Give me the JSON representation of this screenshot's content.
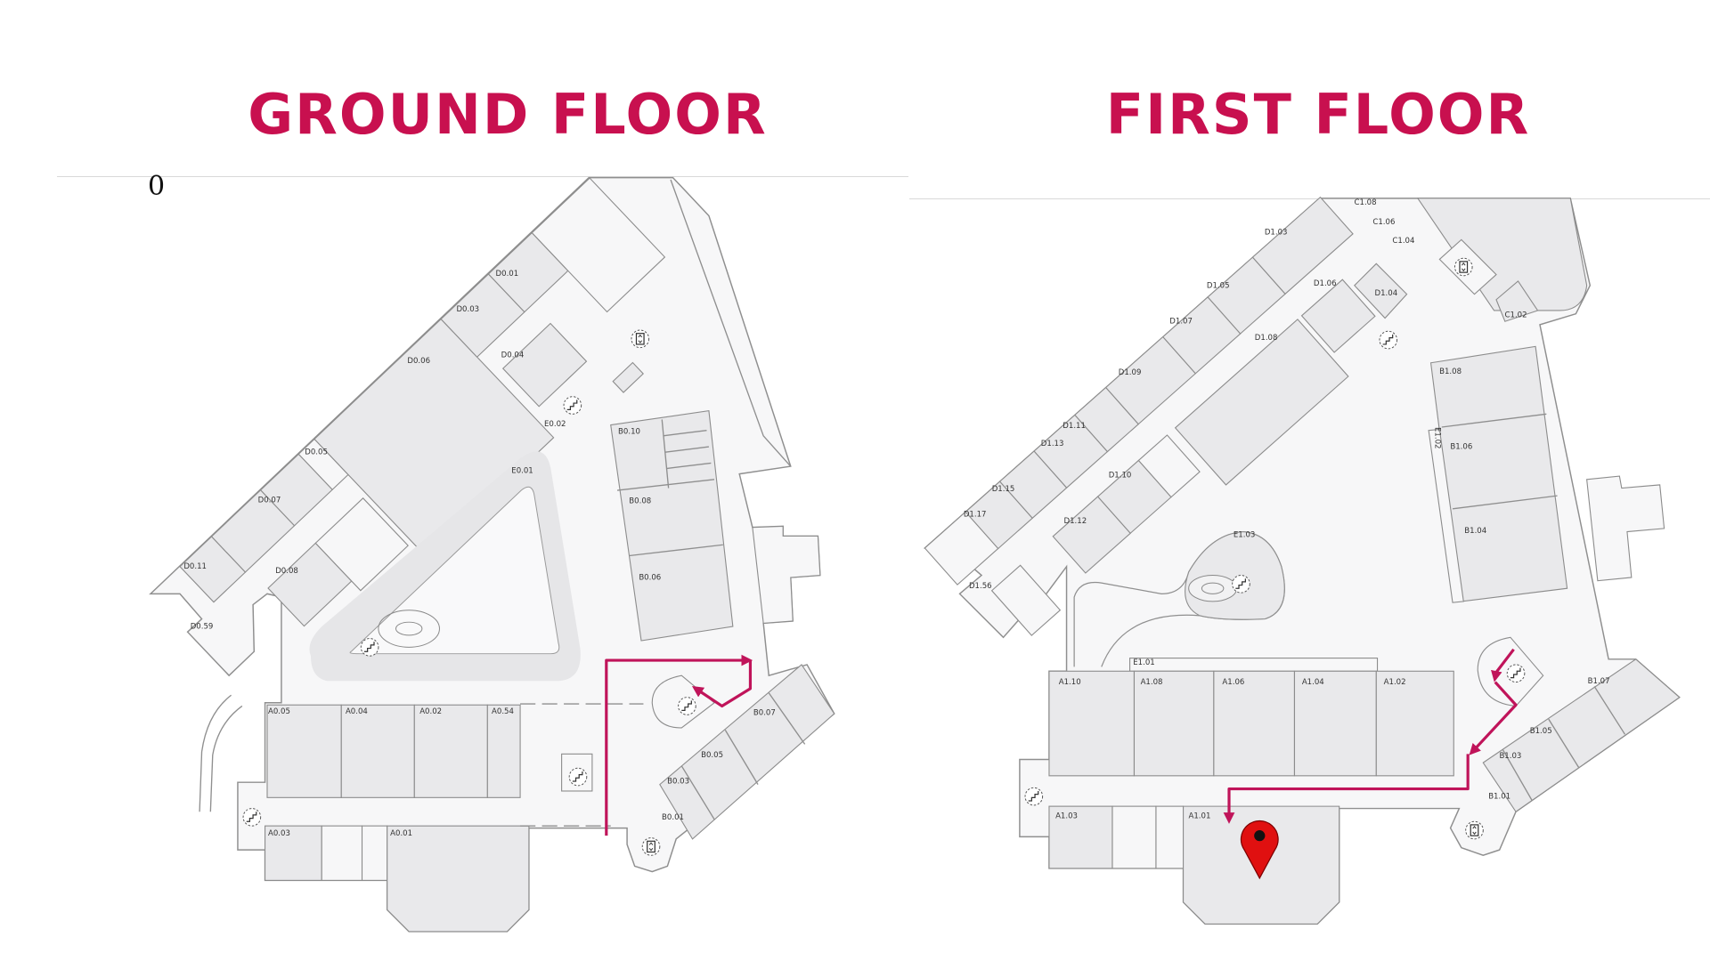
{
  "colors": {
    "accent": "#c8104f",
    "route": "#c0145a",
    "pin": "#e01010",
    "room": "#e9e9eb",
    "floor": "#f7f7f8"
  },
  "ground_floor": {
    "title": "GROUND FLOOR",
    "floor_marker": "0",
    "rooms": [
      "D0.01",
      "D0.03",
      "D0.04",
      "D0.06",
      "D0.05",
      "D0.07",
      "D0.11",
      "D0.08",
      "D0.59",
      "E0.02",
      "E0.01",
      "B0.10",
      "B0.08",
      "B0.06",
      "A0.05",
      "A0.04",
      "A0.02",
      "A0.54",
      "A0.03",
      "A0.01",
      "B0.07",
      "B0.05",
      "B0.03",
      "B0.01"
    ],
    "icons": [
      "elevator-icon",
      "elevator-icon",
      "stairs-icon",
      "stairs-icon",
      "stairs-icon",
      "stairs-icon",
      "stairs-icon"
    ]
  },
  "first_floor": {
    "title": "FIRST FLOOR",
    "rooms": [
      "D1.03",
      "D1.05",
      "D1.07",
      "D1.09",
      "D1.11",
      "D1.13",
      "D1.15",
      "D1.17",
      "D1.56",
      "D1.12",
      "D1.10",
      "D1.08",
      "D1.06",
      "D1.04",
      "C1.08",
      "C1.06",
      "C1.04",
      "C1.02",
      "B1.08",
      "B1.06",
      "B1.04",
      "E1.02",
      "E1.03",
      "E1.01",
      "A1.10",
      "A1.08",
      "A1.06",
      "A1.04",
      "A1.02",
      "A1.03",
      "A1.01",
      "B1.07",
      "B1.05",
      "B1.03",
      "B1.01"
    ],
    "destination": "A1.01",
    "icons": [
      "elevator-icon",
      "elevator-icon",
      "stairs-icon",
      "stairs-icon",
      "stairs-icon",
      "stairs-icon",
      "location-pin-icon"
    ]
  }
}
